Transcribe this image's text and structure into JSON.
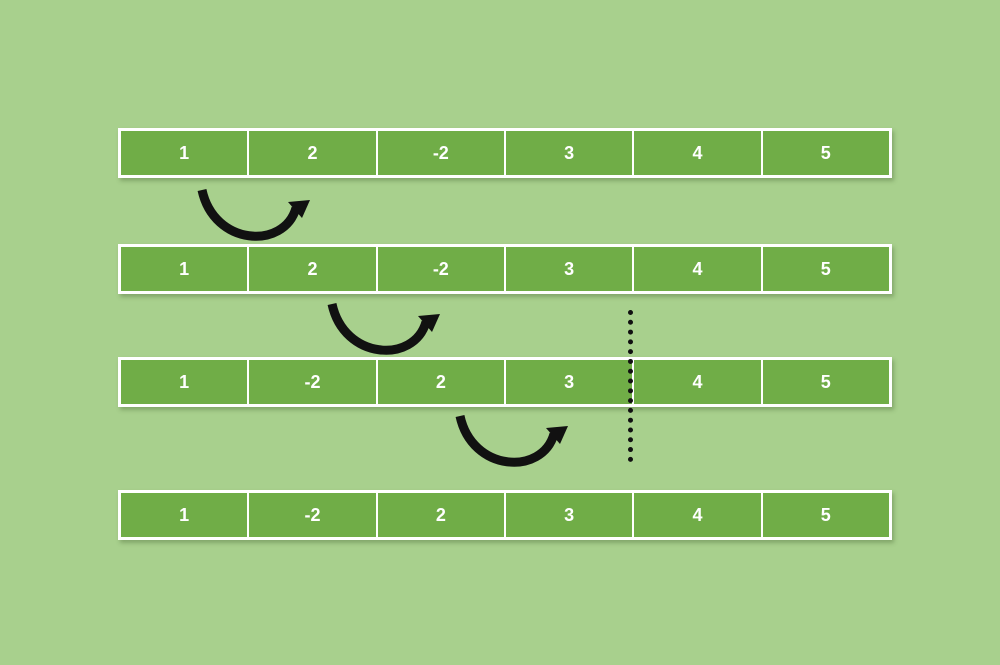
{
  "rows": [
    {
      "cells": [
        "1",
        "2",
        "-2",
        "3",
        "4",
        "5"
      ]
    },
    {
      "cells": [
        "1",
        "2",
        "-2",
        "3",
        "4",
        "5"
      ]
    },
    {
      "cells": [
        "1",
        "-2",
        "2",
        "3",
        "4",
        "5"
      ]
    },
    {
      "cells": [
        "1",
        "-2",
        "2",
        "3",
        "4",
        "5"
      ]
    }
  ],
  "colors": {
    "background": "#a8d08d",
    "cell_fill": "#70ad47",
    "cell_border": "#ffffff",
    "arrow": "#111111"
  },
  "arrows": [
    {
      "from_row": 1,
      "from_cell": 1,
      "to_cell": 2,
      "icon": "curved-swap-arrow-icon"
    },
    {
      "from_row": 2,
      "from_cell": 2,
      "to_cell": 3,
      "icon": "curved-swap-arrow-icon"
    },
    {
      "from_row": 3,
      "from_cell": 3,
      "to_cell": 4,
      "icon": "curved-swap-arrow-icon"
    }
  ],
  "partition_marker": {
    "style": "dotted",
    "between_cells": [
      4,
      5
    ]
  }
}
